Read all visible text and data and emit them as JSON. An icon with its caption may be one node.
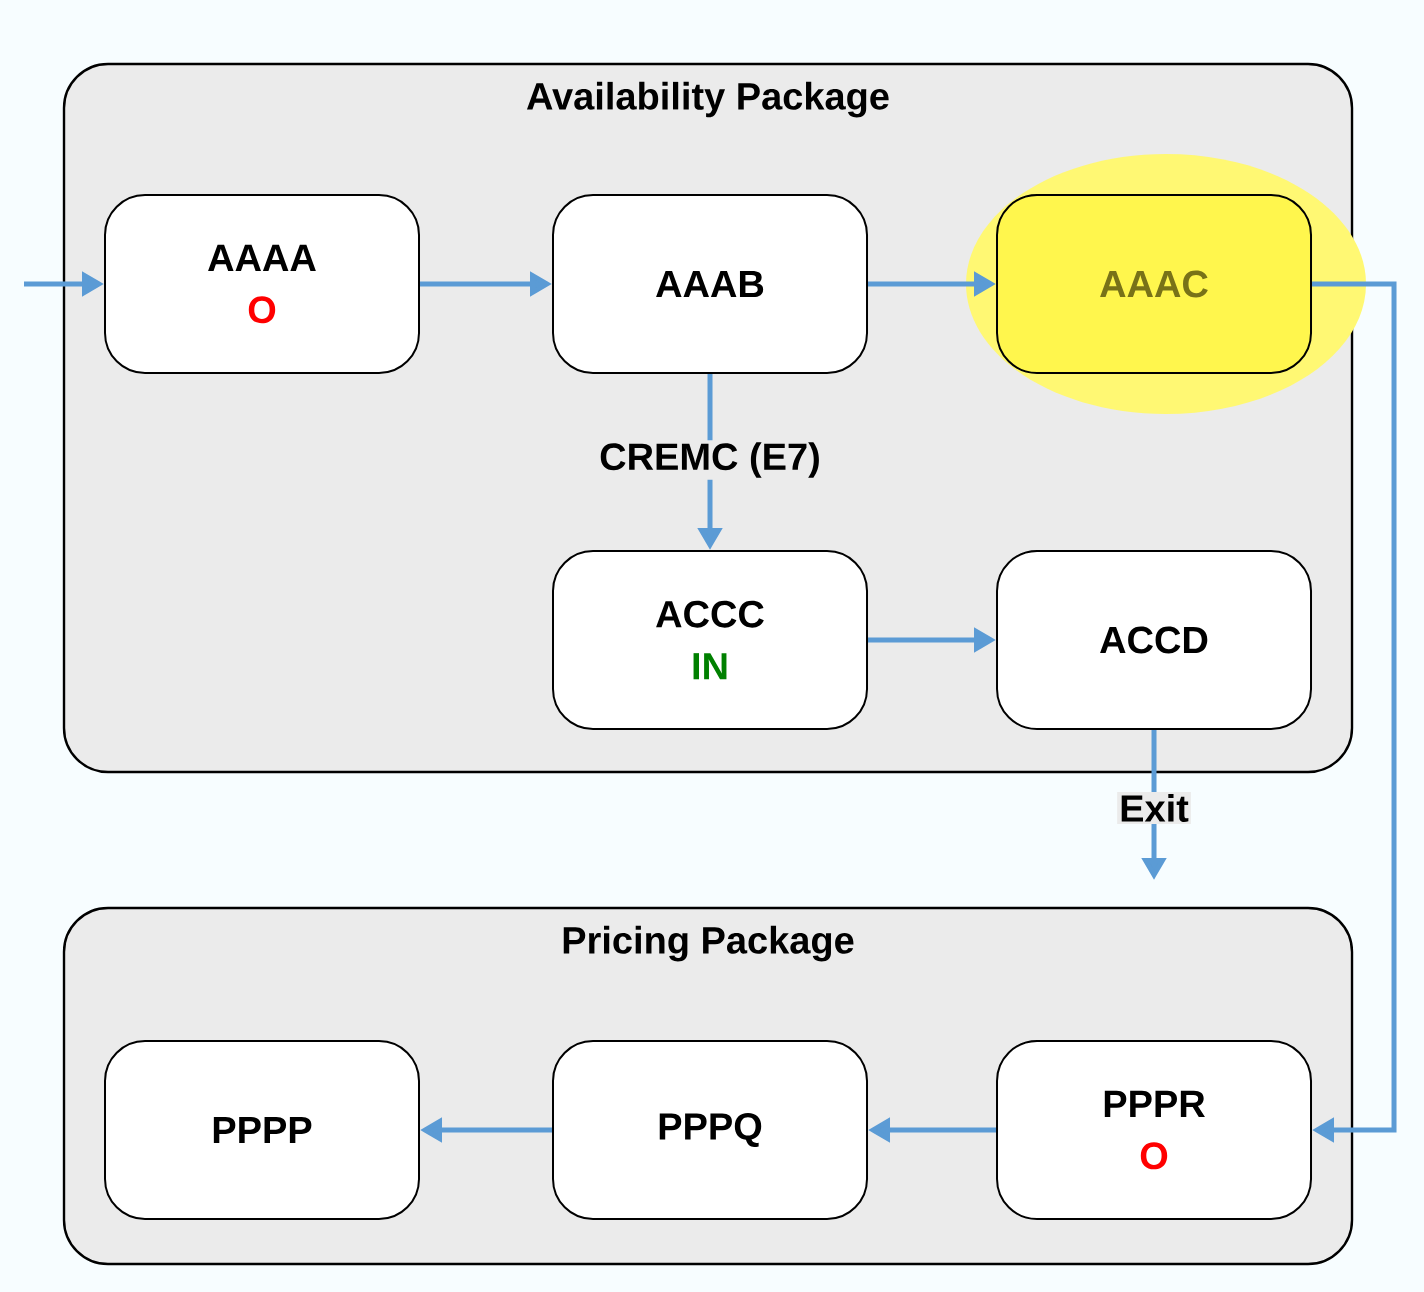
{
  "diagram": {
    "nodes": [
      {
        "text": [
          "Availability Package"
        ]
      },
      {
        "text": [
          "AAAA",
          "O"
        ],
        "in": 0
      },
      {
        "text": [
          "AAAB"
        ],
        "in": 0
      },
      {
        "text": [
          "AAAC"
        ],
        "in": 0
      },
      {
        "text": [
          "ACCC",
          "IN"
        ],
        "in": 0
      },
      {
        "text": [
          "ACCD"
        ],
        "in": 0
      },
      {
        "text": [
          "Pricing Package"
        ]
      },
      {
        "text": [
          "PPPP"
        ],
        "in": 6
      },
      {
        "text": [
          "PPPQ"
        ],
        "in": 6
      },
      {
        "text": [
          "PPPR",
          "O"
        ],
        "in": 6
      }
    ],
    "edges": [
      {
        "from": null,
        "to": 1,
        "arrow": "to"
      },
      {
        "from": 1,
        "to": 2,
        "arrow": "to"
      },
      {
        "from": 2,
        "to": 3,
        "arrow": "to"
      },
      {
        "from": 2,
        "to": 4,
        "arrow": "to",
        "label": "CREMC (E7)"
      },
      {
        "from": 4,
        "to": 5,
        "arrow": "to"
      },
      {
        "from": 5,
        "to": null,
        "arrow": "to",
        "label": "Exit"
      },
      {
        "from": 3,
        "to": 9,
        "arrow": "to"
      },
      {
        "from": 9,
        "to": 8,
        "arrow": "to"
      },
      {
        "from": 8,
        "to": 7,
        "arrow": "to"
      }
    ]
  }
}
